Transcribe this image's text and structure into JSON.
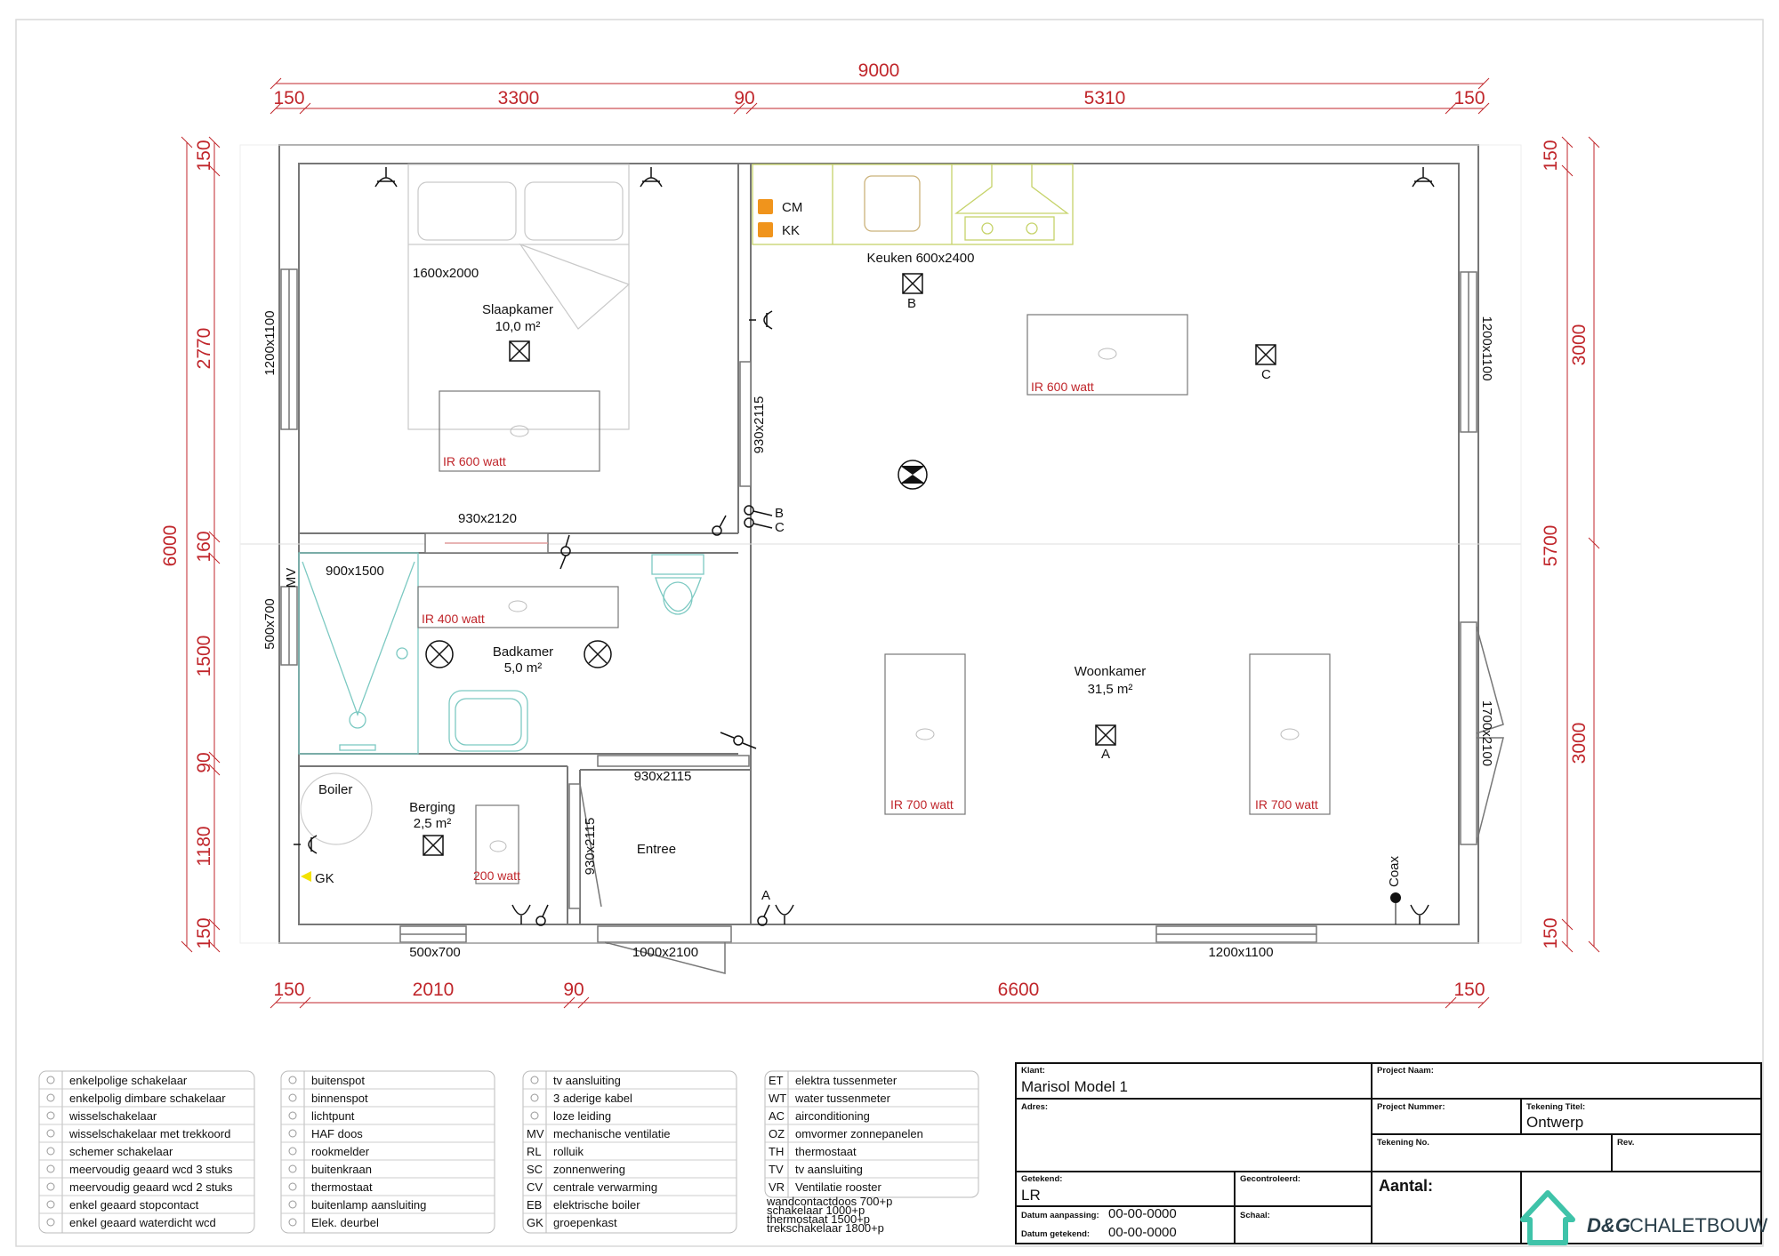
{
  "dims_top_total": "9000",
  "dims_top": [
    "150",
    "3300",
    "90",
    "5310",
    "150"
  ],
  "dims_bottom": [
    "150",
    "2010",
    "90",
    "6600",
    "150"
  ],
  "dims_left_total": "6000",
  "dims_left": [
    "150",
    "2770",
    "160",
    "1500",
    "90",
    "1180",
    "150"
  ],
  "dims_right_total": "5700",
  "dims_right": [
    "150",
    "3000",
    "3000",
    "150"
  ],
  "rooms": {
    "slaapkamer": "Slaapkamer",
    "slaapkamer_area": "10,0 m²",
    "badkamer": "Badkamer",
    "badkamer_area": "5,0 m²",
    "berging": "Berging",
    "berging_area": "2,5 m²",
    "woonkamer": "Woonkamer",
    "woonkamer_area": "31,5 m²",
    "keuken": "Keuken 600x2400",
    "entree": "Entree"
  },
  "labels": {
    "bed": "1600x2000",
    "shower": "900x1500",
    "boiler": "Boiler",
    "cm": "CM",
    "kk": "KK",
    "gk": "GK",
    "mv": "MV",
    "coax": "Coax",
    "light_a": "A",
    "light_b": "B",
    "light_c": "C",
    "sw_b": "B",
    "sw_c": "C",
    "sw_a": "A"
  },
  "openings": {
    "w_left_top": "1200x1100",
    "w_left_bath": "500x700",
    "d_bed": "930x2120",
    "d_bed_side": "930x2115",
    "d_bath": "930x2115",
    "d_berg": "930x2115",
    "w_berg": "500x700",
    "d_front": "1000x2100",
    "w_front": "1200x1100",
    "w_right_top": "1200x1100",
    "d_right": "1700x2100"
  },
  "heaters": {
    "bed": "IR 600 watt",
    "bath": "IR 400 watt",
    "kitchen": "IR 600 watt",
    "living1": "IR 700 watt",
    "living2": "IR 700 watt",
    "berg": "200 watt"
  },
  "legend": {
    "col1": [
      "enkelpolige schakelaar",
      "enkelpolig dimbare schakelaar",
      "wisselschakelaar",
      "wisselschakelaar met trekkoord",
      "schemer schakelaar",
      "meervoudig geaard wcd 3 stuks",
      "meervoudig geaard wcd 2 stuks",
      "enkel geaard stopcontact",
      "enkel geaard waterdicht wcd"
    ],
    "col2": [
      "buitenspot",
      "binnenspot",
      "lichtpunt",
      "HAF doos",
      "rookmelder",
      "buitenkraan",
      "thermostaat",
      "buitenlamp aansluiting",
      "Elek. deurbel"
    ],
    "col3_codes": [
      "",
      "",
      "",
      "MV",
      "RL",
      "SC",
      "CV",
      "EB",
      "GK"
    ],
    "col3": [
      "tv aansluiting",
      "3 aderige kabel",
      "loze leiding",
      "mechanische ventilatie",
      "rolluik",
      "zonnenwering",
      "centrale verwarming",
      "elektrische boiler",
      "groepenkast"
    ],
    "col4_codes": [
      "ET",
      "WT",
      "AC",
      "OZ",
      "TH",
      "TV",
      "VR"
    ],
    "col4": [
      "elektra tussenmeter",
      "water tussenmeter",
      "airconditioning",
      "omvormer zonnepanelen",
      "thermostaat",
      "tv aansluiting",
      "Ventilatie rooster"
    ],
    "notes": [
      "wandcontactdoos 700+p",
      "schakelaar 1000+p",
      "thermostaat 1500+p",
      "trekschakelaar 1800+p"
    ]
  },
  "titleblock": {
    "klant_label": "Klant:",
    "klant": "Marisol Model 1",
    "adres_label": "Adres:",
    "project_naam_label": "Project Naam:",
    "project_nummer_label": "Project Nummer:",
    "tekening_titel_label": "Tekening Titel:",
    "tekening_titel": "Ontwerp",
    "tekening_no_label": "Tekening No.",
    "rev_label": "Rev.",
    "getekend_label": "Getekend:",
    "getekend": "LR",
    "gecontroleerd_label": "Gecontroleerd:",
    "schaal_label": "Schaal:",
    "aantal_label": "Aantal:",
    "datum_aanpassing_label": "Datum aanpassing:",
    "datum_aanpassing": "00-00-0000",
    "datum_getekend_label": "Datum getekend:",
    "datum_getekend": "00-00-0000",
    "logo_text_1": "D&G",
    "logo_text_2": "CHALETBOUW"
  },
  "colors": {
    "dim": "#c0262b",
    "wall": "#777777",
    "fixture": "#7cc9c2",
    "kitchen": "#c6d36a",
    "logo": "#3fc3a9",
    "cm_icon": "#f0941c"
  }
}
